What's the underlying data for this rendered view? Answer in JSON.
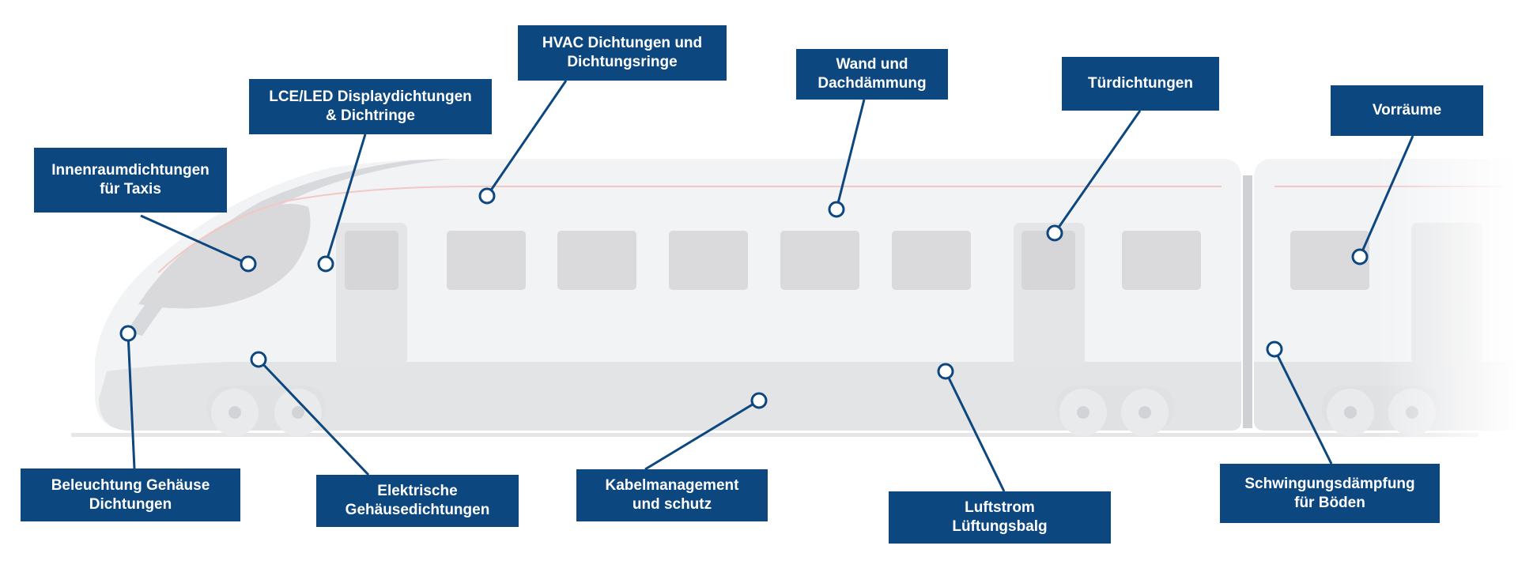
{
  "colors": {
    "label_bg": "#0d477f",
    "label_text": "#ffffff",
    "leader_line": "#0d477f",
    "marker_fill": "#ffffff",
    "train_body": "#f2f3f5",
    "train_lower": "#e3e4e6",
    "window": "#dcdcde",
    "accent_stripe": "#f3c7c4"
  },
  "callouts": [
    {
      "id": "innenraum",
      "text": "Innenraumdichtungen\nfür Taxis"
    },
    {
      "id": "lce-led",
      "text": "LCE/LED Displaydichtungen\n& Dichtringe"
    },
    {
      "id": "hvac",
      "text": "HVAC Dichtungen und\nDichtungsringe"
    },
    {
      "id": "wand",
      "text": "Wand und\nDachdämmung"
    },
    {
      "id": "tuer",
      "text": "Türdichtungen"
    },
    {
      "id": "vorraeume",
      "text": "Vorräume"
    },
    {
      "id": "beleuchtung",
      "text": "Beleuchtung Gehäuse\nDichtungen"
    },
    {
      "id": "elektrische",
      "text": "Elektrische\nGehäusedichtungen"
    },
    {
      "id": "kabel",
      "text": "Kabelmanagement\nund schutz"
    },
    {
      "id": "luftstrom",
      "text": "Luftstrom\nLüftungsbalg"
    },
    {
      "id": "schwingung",
      "text": "Schwingungsdämpfung\nfür Böden"
    }
  ]
}
